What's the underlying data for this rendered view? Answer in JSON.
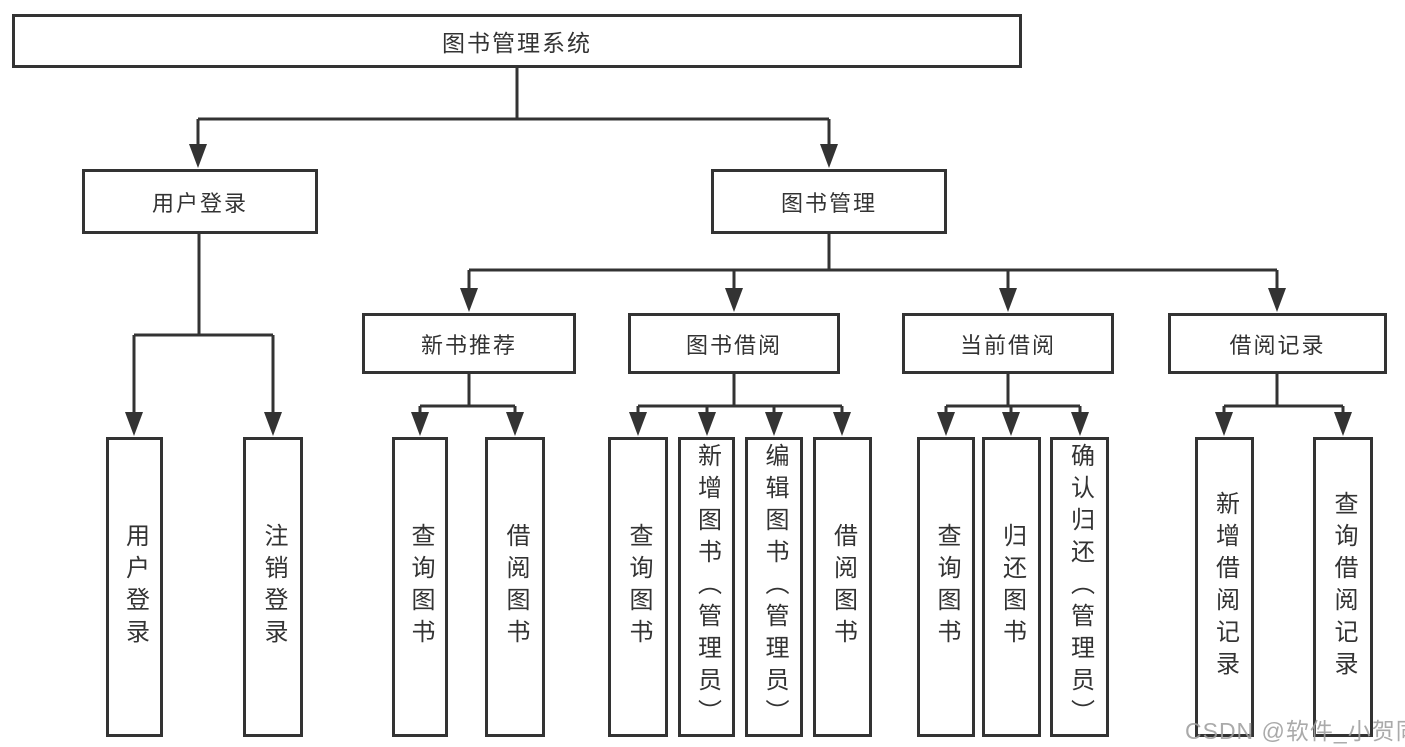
{
  "diagram": {
    "root": "图书管理系统",
    "branches": {
      "login": {
        "label": "用户登录",
        "children": [
          "用户登录",
          "注销登录"
        ]
      },
      "mgmt": {
        "label": "图书管理",
        "sections": [
          {
            "label": "新书推荐",
            "children": [
              "查询图书",
              "借阅图书"
            ]
          },
          {
            "label": "图书借阅",
            "children": [
              "查询图书",
              "新增图书（管理员）",
              "编辑图书（管理员）",
              "借阅图书"
            ]
          },
          {
            "label": "当前借阅",
            "children": [
              "查询图书",
              "归还图书",
              "确认归还（管理员）"
            ]
          },
          {
            "label": "借阅记录",
            "children": [
              "新增借阅记录",
              "查询借阅记录"
            ]
          }
        ]
      }
    }
  },
  "watermark": "CSDN @软件_小贺同学",
  "colors": {
    "line": "#333333",
    "text": "#333333",
    "watermark": "#9e9e9e",
    "background": "#ffffff"
  }
}
